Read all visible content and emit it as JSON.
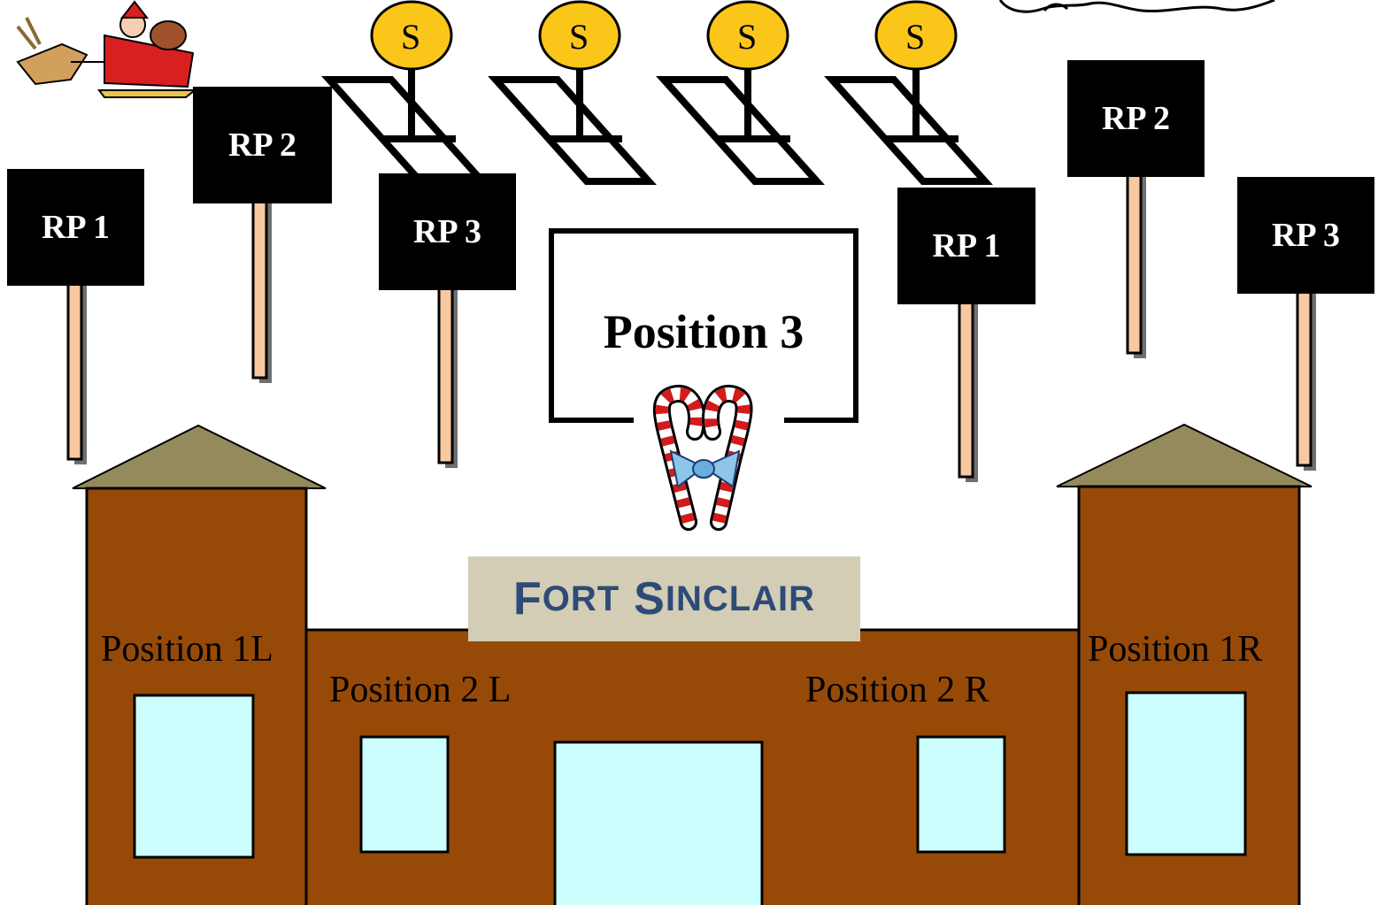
{
  "diagram": {
    "signs": [
      {
        "id": "rp1-left",
        "label": "RP 1"
      },
      {
        "id": "rp2-left",
        "label": "RP 2"
      },
      {
        "id": "rp3-left",
        "label": "RP 3"
      },
      {
        "id": "rp1-right",
        "label": "RP 1"
      },
      {
        "id": "rp2-right",
        "label": "RP 2"
      },
      {
        "id": "rp3-right",
        "label": "RP 3"
      }
    ],
    "speakers": [
      "S",
      "S",
      "S",
      "S"
    ],
    "positions": {
      "pos1l": "Position 1L",
      "pos2l": "Position 2 L",
      "pos2r": "Position 2 R",
      "pos1r": "Position 1R",
      "pos3": "Position 3"
    },
    "fort_sign": {
      "first_letter": "F",
      "first_rest": "ORT",
      "second_letter": "S",
      "second_rest": "INCLAIR"
    },
    "colors": {
      "building": "#974a08",
      "roof": "#958a5c",
      "window": "#ccfefe",
      "post": "#f8c9a0",
      "speaker": "#fbc61a",
      "sign": "#000000"
    }
  }
}
